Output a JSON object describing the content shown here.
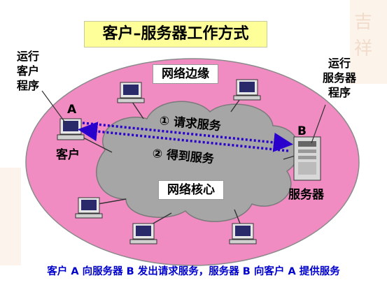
{
  "title": "客户–服务器工作方式",
  "edge_label": "网络边缘",
  "core_label": "网络核心",
  "client_run": [
    "运行",
    "客户",
    "程序"
  ],
  "server_run": [
    "运行",
    "服务器",
    "程序"
  ],
  "client_letter": "A",
  "client_label": "客户",
  "server_letter": "B",
  "server_label": "服务器",
  "request_label": "① 请求服务",
  "response_label": "② 得到服务",
  "caption": "客户 A 向服务器 B 发出请求服务，服务器 B 向客户 A 提供服务",
  "colors": {
    "edge_fill": "#f08cc2",
    "core_fill": "#a6a6a6",
    "arrow": "#2a00cc",
    "caption": "#0000cc",
    "title_fill": "#ffff99"
  }
}
